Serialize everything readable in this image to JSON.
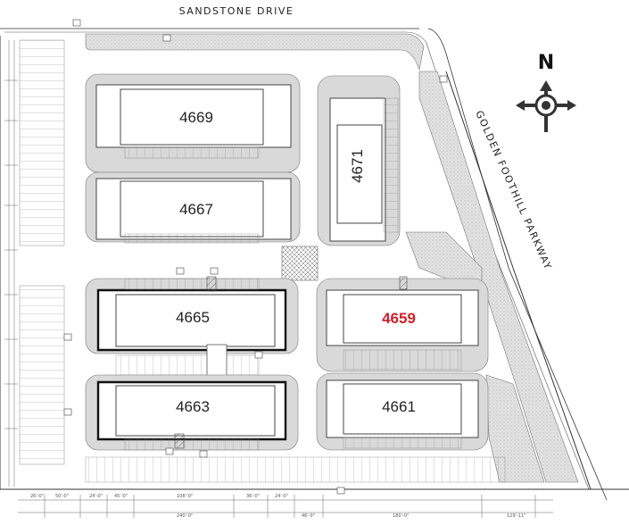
{
  "streets": {
    "north": "SANDSTONE DRIVE",
    "east": "GOLDEN FOOTHILL PARKWAY"
  },
  "compass": {
    "label": "N"
  },
  "buildings": [
    {
      "id": "4669",
      "label": "4669",
      "highlighted": false
    },
    {
      "id": "4671",
      "label": "4671",
      "highlighted": false
    },
    {
      "id": "4667",
      "label": "4667",
      "highlighted": false
    },
    {
      "id": "4665",
      "label": "4665",
      "highlighted": false
    },
    {
      "id": "4659",
      "label": "4659",
      "highlighted": true
    },
    {
      "id": "4663",
      "label": "4663",
      "highlighted": false
    },
    {
      "id": "4661",
      "label": "4661",
      "highlighted": false
    }
  ],
  "colors": {
    "highlight": "#d0202a",
    "paving": "#d9d9d9",
    "line": "#555555"
  },
  "dimensions": [
    "26'-0\"",
    "50'-0\"",
    "24'-0\"",
    "45'-0\"",
    "108'-0\"",
    "36'-0\"",
    "24'-0\"",
    "240'-0\"",
    "46'-0\"",
    "180'-0\"",
    "129'-11\""
  ]
}
